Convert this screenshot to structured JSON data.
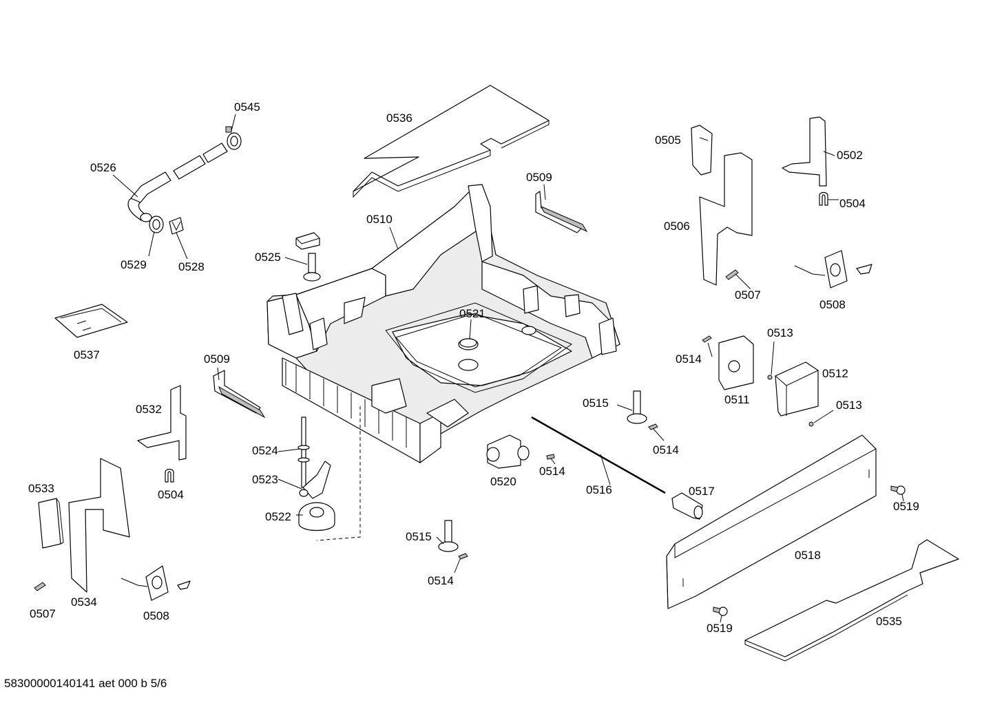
{
  "labels": {
    "p0545": "0545",
    "p0526": "0526",
    "p0529": "0529",
    "p0528": "0528",
    "p0536": "0536",
    "p0510": "0510",
    "p0525": "0525",
    "p0509a": "0509",
    "p0537": "0537",
    "p0509b": "0509",
    "p0532": "0532",
    "p0504b": "0504",
    "p0533": "0533",
    "p0534": "0534",
    "p0507b": "0507",
    "p0508b": "0508",
    "p0524": "0524",
    "p0523": "0523",
    "p0522": "0522",
    "p0521": "0521",
    "p0505": "0505",
    "p0502": "0502",
    "p0504a": "0504",
    "p0506": "0506",
    "p0507a": "0507",
    "p0508a": "0508",
    "p0513a": "0513",
    "p0514a": "0514",
    "p0511": "0511",
    "p0512": "0512",
    "p0513b": "0513",
    "p0515a": "0515",
    "p0514b": "0514",
    "p0520": "0520",
    "p0514c": "0514",
    "p0516": "0516",
    "p0517": "0517",
    "p0519a": "0519",
    "p0518": "0518",
    "p0515b": "0515",
    "p0514d": "0514",
    "p0519b": "0519",
    "p0535": "0535"
  },
  "footer": "58300000140141 aet 000 b 5/6"
}
